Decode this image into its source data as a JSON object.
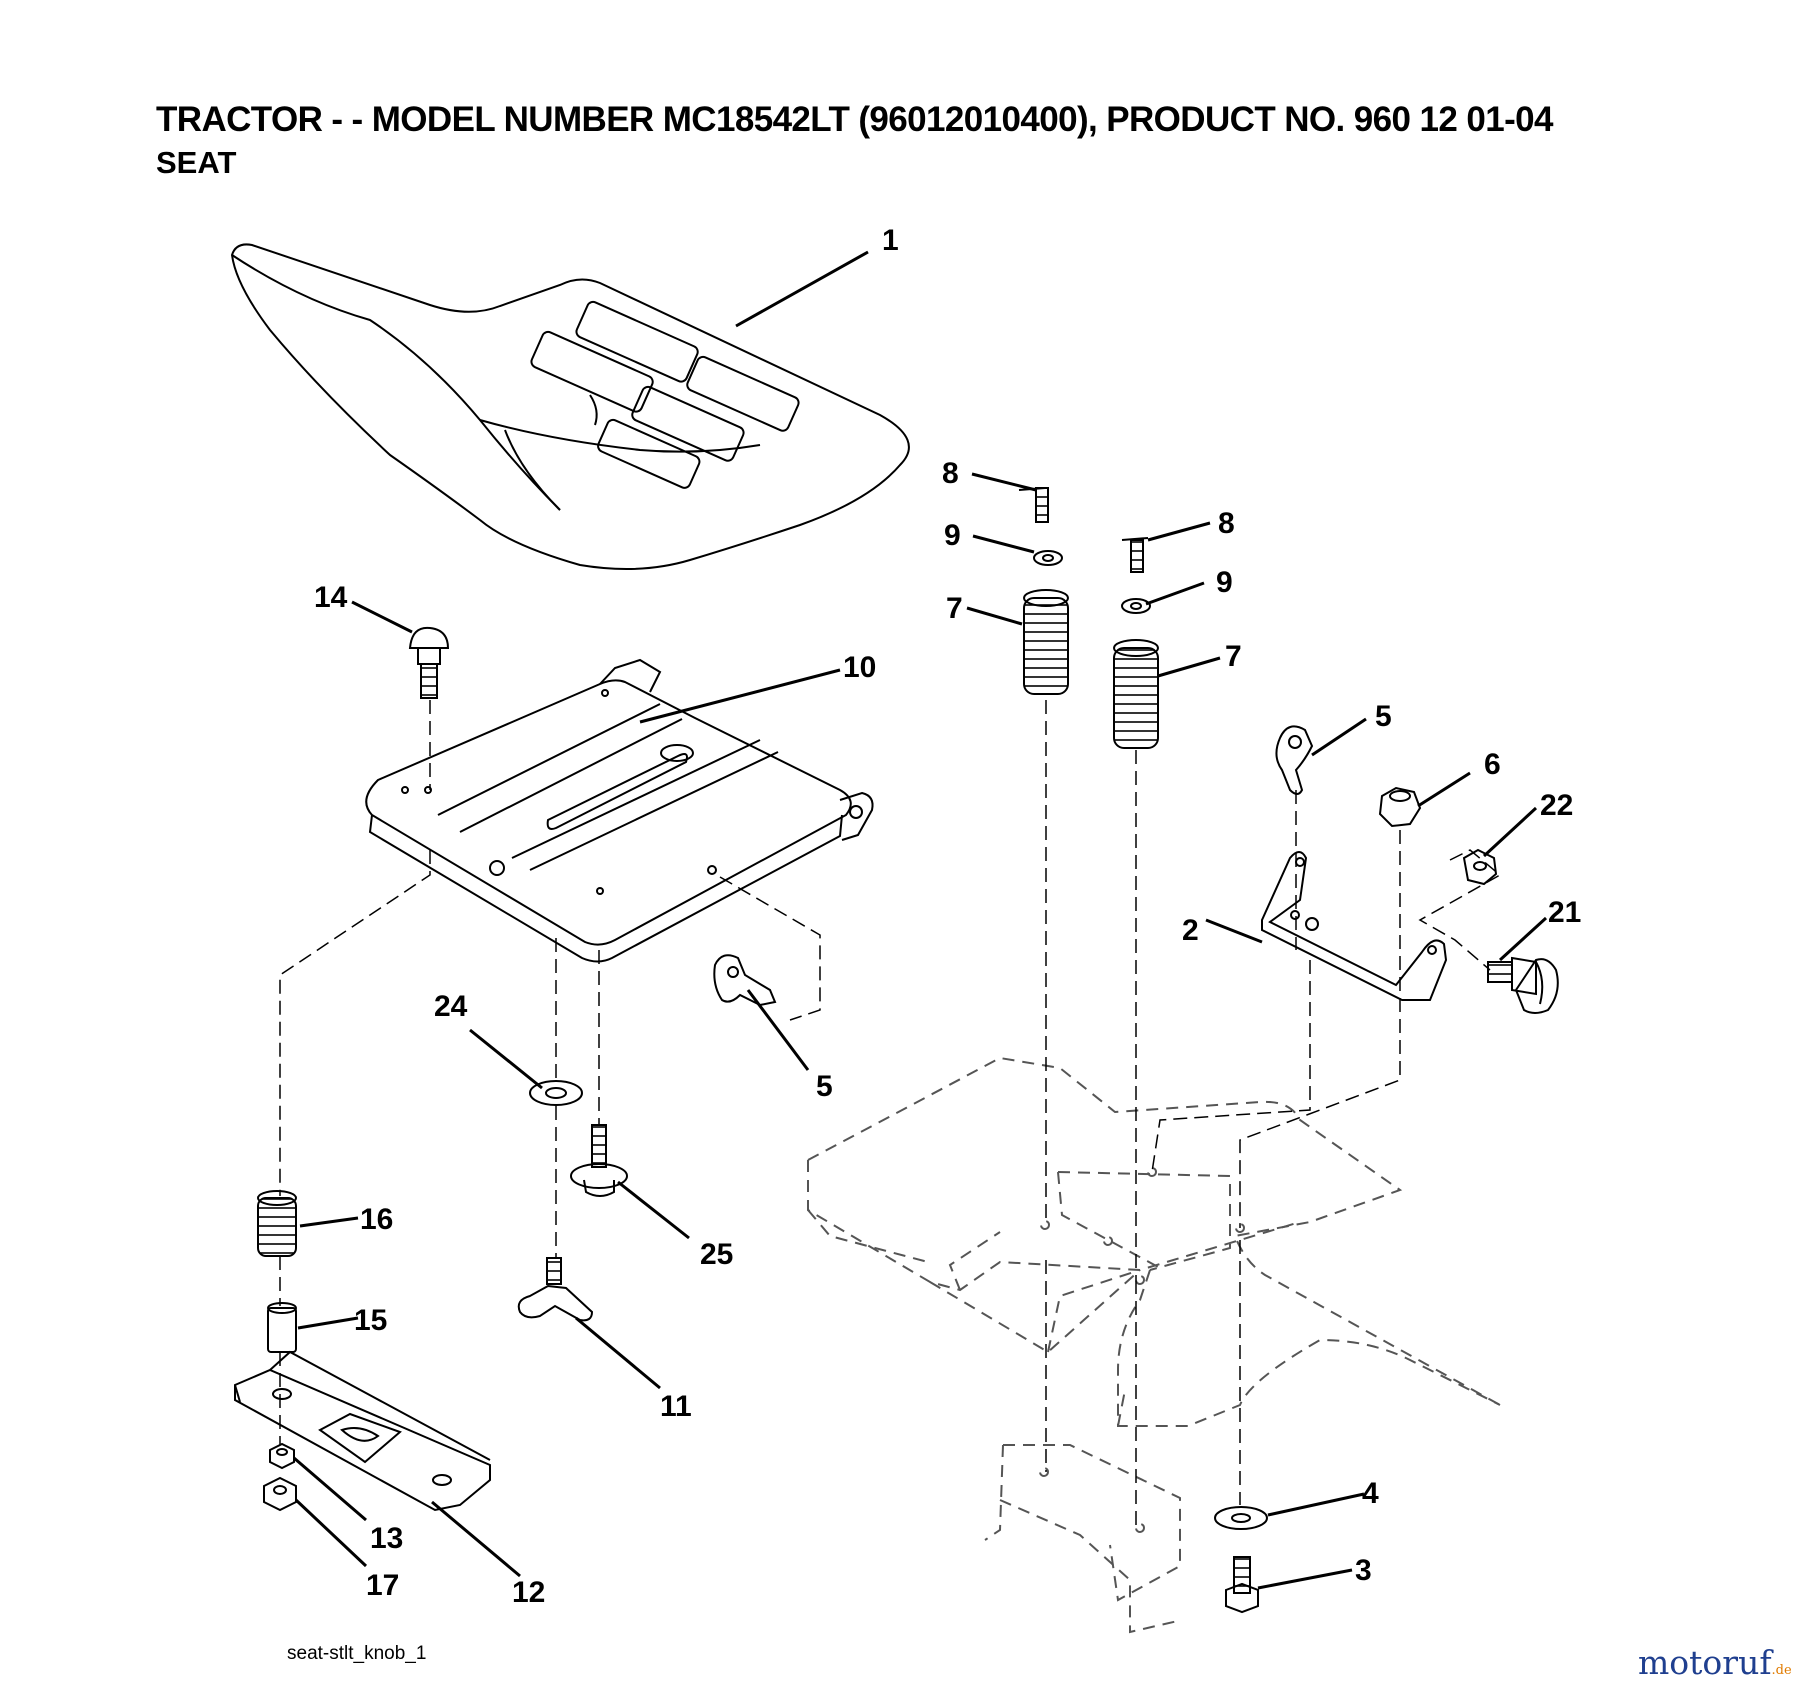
{
  "header": {
    "title": "TRACTOR - - MODEL NUMBER MC18542LT (96012010400), PRODUCT NO. 960 12 01-04",
    "subtitle": "SEAT"
  },
  "callouts": [
    "1",
    "8",
    "9",
    "7",
    "8",
    "9",
    "7",
    "14",
    "10",
    "5",
    "6",
    "22",
    "2",
    "21",
    "24",
    "5",
    "16",
    "25",
    "15",
    "11",
    "4",
    "13",
    "3",
    "17",
    "12"
  ],
  "figure_id": "seat-stlt_knob_1",
  "watermark": {
    "brand": "motoruf",
    "tld": ".de",
    "brand_color": "#1f3f8f",
    "dot_color": "#e07b00"
  },
  "colors": {
    "line": "#000000",
    "hidden": "#555555"
  }
}
